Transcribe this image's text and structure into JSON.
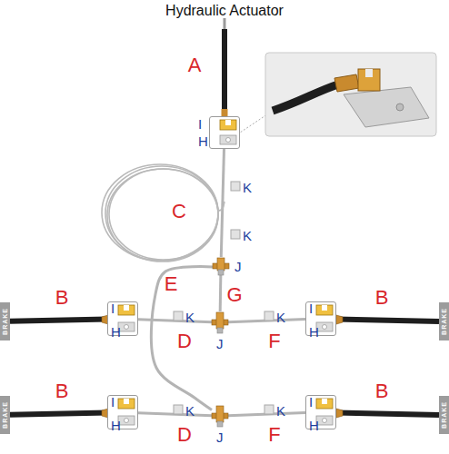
{
  "diagram": {
    "nodes": [
      {
        "text": [
          "I",
          "H"
        ]
      },
      {
        "text": [
          "J"
        ]
      },
      {
        "text": [
          "BRAKE"
        ]
      },
      {
        "text": [
          "I",
          "H"
        ]
      },
      {
        "text": [
          "J"
        ]
      },
      {
        "text": [
          "I",
          "H"
        ]
      },
      {
        "text": [
          "BRAKE"
        ]
      },
      {
        "text": [
          "BRAKE"
        ]
      },
      {
        "text": [
          "I",
          "H"
        ]
      },
      {
        "text": [
          "J"
        ]
      },
      {
        "text": [
          "I",
          "H"
        ]
      },
      {
        "text": [
          "BRAKE"
        ]
      }
    ],
    "edges": [
      {
        "from": 0,
        "to": 1,
        "label": "C",
        "arrow": "none"
      },
      {
        "from": 1,
        "to": 4,
        "label": "G",
        "arrow": "none"
      },
      {
        "from": 1,
        "to": 9,
        "label": "E",
        "arrow": "none"
      },
      {
        "from": 3,
        "to": 2,
        "label": "B",
        "arrow": "none"
      },
      {
        "from": 3,
        "to": 4,
        "label": "D",
        "arrow": "none"
      },
      {
        "from": 4,
        "to": 5,
        "label": "F",
        "arrow": "none"
      },
      {
        "from": 5,
        "to": 6,
        "label": "B",
        "arrow": "none"
      },
      {
        "from": 8,
        "to": 7,
        "label": "B",
        "arrow": "none"
      },
      {
        "from": 8,
        "to": 9,
        "label": "D",
        "arrow": "none"
      },
      {
        "from": 9,
        "to": 10,
        "label": "F",
        "arrow": "none"
      },
      {
        "from": 10,
        "to": 11,
        "label": "B",
        "arrow": "none"
      }
    ],
    "labels": [
      "Hydraulic Actuator",
      "A",
      "K",
      "K",
      "K",
      "K",
      "K",
      "K"
    ]
  }
}
